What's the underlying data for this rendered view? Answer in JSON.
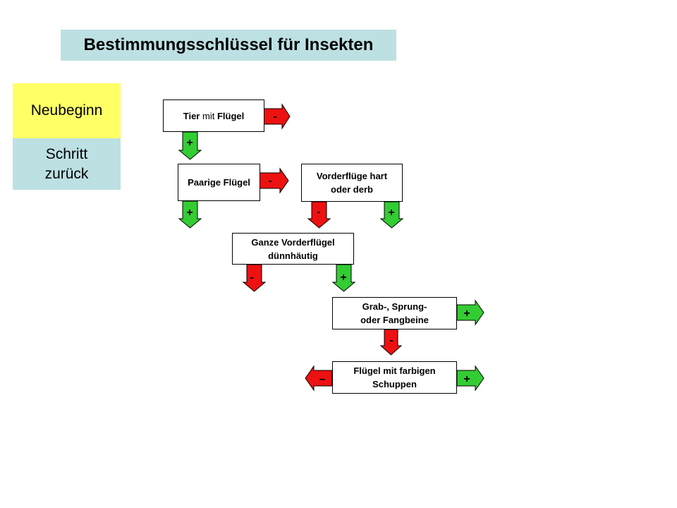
{
  "title": "Bestimmungsschlüssel für Insekten",
  "nav": {
    "restart_label": "Neubeginn",
    "back_line1": "Schritt",
    "back_line2": "zurück"
  },
  "nodes": {
    "tier": {
      "word1": "Tier",
      "word2": "mit",
      "word3": "Flügel"
    },
    "paarige": "Paarige Flügel",
    "vorderfluege": {
      "line1": "Vorderflüge hart",
      "line2": "oder derb"
    },
    "ganze": {
      "line1": "Ganze Vorderflügel",
      "line2": "dünnhäutig"
    },
    "grab": {
      "line1": "Grab-, Sprung-",
      "line2": "oder Fangbeine"
    },
    "schuppen": {
      "line1": "Flügel mit farbigen",
      "line2": "Schuppen"
    }
  },
  "arrows": {
    "tier_no": "-",
    "tier_yes": "+",
    "paarige_no": "-",
    "paarige_yes": "+",
    "vorder_no": "-",
    "vorder_yes": "+",
    "ganze_no": "-",
    "ganze_yes": "+",
    "grab_yes": "+",
    "grab_no": "-",
    "schuppen_no": "–",
    "schuppen_yes": "+"
  },
  "colors": {
    "yes": "#33cc33",
    "no": "#ee1111",
    "title_bg": "#bde0e3",
    "restart_bg": "#ffff66"
  }
}
